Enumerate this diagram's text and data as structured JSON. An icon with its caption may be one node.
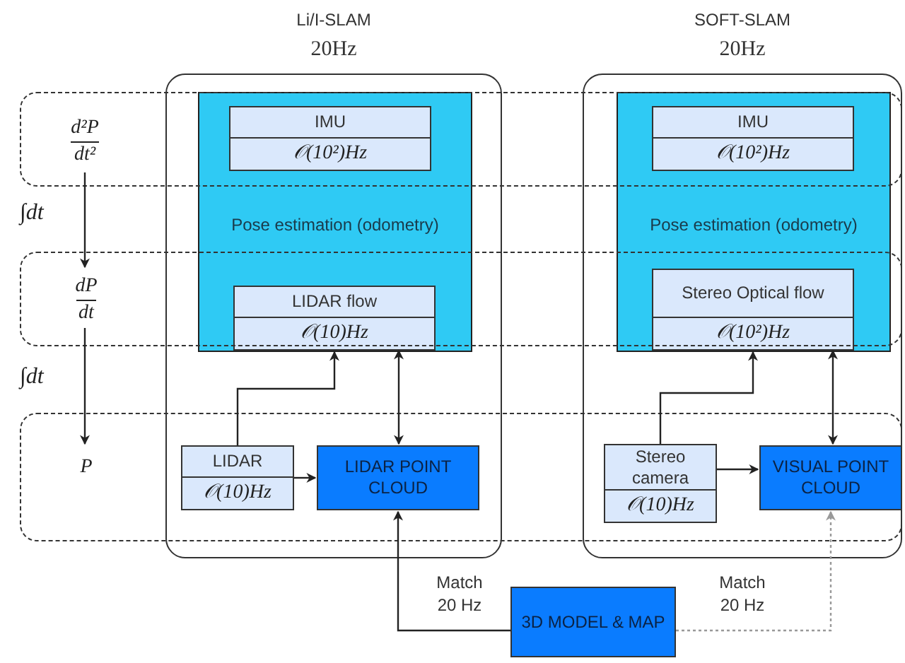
{
  "diagram": {
    "nodes": [
      {
        "text": [],
        "shape": "box"
      },
      {
        "text": [
          "d²P",
          "dt²"
        ],
        "in": 0
      },
      {
        "text": [],
        "shape": "box"
      },
      {
        "text": [
          "dP",
          "dt"
        ],
        "in": 2
      },
      {
        "text": [],
        "shape": "box"
      },
      {
        "text": [
          "P"
        ],
        "in": 4
      },
      {
        "text": [
          "Li/I-SLAM",
          "20Hz"
        ]
      },
      {
        "text": [
          "Pose estimation (odometry)"
        ],
        "in": 6
      },
      {
        "text": [
          "IMU",
          "𝒪(10²)Hz"
        ]
      },
      {
        "text": [
          "LIDAR flow",
          "𝒪(10)Hz"
        ]
      },
      {
        "text": [
          "LIDAR",
          "𝒪(10)Hz"
        ]
      },
      {
        "text": [
          "LIDAR POINT CLOUD"
        ]
      },
      {
        "text": [
          "SOFT-SLAM",
          "20Hz"
        ]
      },
      {
        "text": [
          "Pose estimation (odometry)"
        ],
        "in": 12
      },
      {
        "text": [
          "IMU",
          "𝒪(10²)Hz"
        ]
      },
      {
        "text": [
          "Stereo Optical flow",
          "𝒪(10²)Hz"
        ]
      },
      {
        "text": [
          "Stereo camera",
          "𝒪(10)Hz"
        ]
      },
      {
        "text": [
          "VISUAL POINT CLOUD"
        ]
      },
      {
        "text": [
          "3D MODEL & MAP"
        ]
      }
    ],
    "edges": [
      {
        "from": 1,
        "to": 3,
        "arrow": "to",
        "label": "∫dt"
      },
      {
        "from": 3,
        "to": 5,
        "arrow": "to",
        "label": "∫dt"
      },
      {
        "from": 10,
        "to": 9,
        "arrow": "to"
      },
      {
        "from": 10,
        "to": 11,
        "arrow": "to"
      },
      {
        "from": 7,
        "to": 11,
        "arrow": "both"
      },
      {
        "from": 18,
        "to": 11,
        "arrow": "to",
        "label": "Match 20 Hz"
      },
      {
        "from": 16,
        "to": 15,
        "arrow": "to"
      },
      {
        "from": 16,
        "to": 17,
        "arrow": "to"
      },
      {
        "from": 13,
        "to": 17,
        "arrow": "both"
      },
      {
        "from": 18,
        "to": 17,
        "arrow": "to",
        "label": "Match 20 Hz",
        "style": "dashed",
        "color": "#999999"
      }
    ]
  }
}
